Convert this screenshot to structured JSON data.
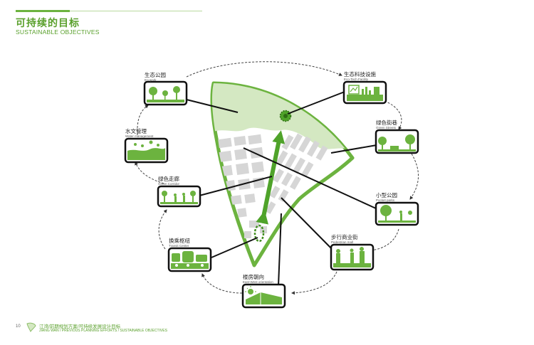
{
  "header": {
    "title_zh": "可持续的目标",
    "title_en": "SUSTAINABLE OBJECTIVES"
  },
  "objectives": [
    {
      "zh": "生态公园",
      "en": "Ecopark",
      "icon": "park-icon"
    },
    {
      "zh": "水文管理",
      "en": "Water management",
      "icon": "water-icon"
    },
    {
      "zh": "绿色走廊",
      "en": "Green Corridor",
      "icon": "corridor-icon"
    },
    {
      "zh": "换乘枢纽",
      "en": "Transit Center",
      "icon": "transit-icon"
    },
    {
      "zh": "楼房朝向",
      "en": "East-West orientation",
      "icon": "sun-house-icon"
    },
    {
      "zh": "步行商业街",
      "en": "Pedestrian mall",
      "icon": "pedestrian-icon"
    },
    {
      "zh": "小型公园",
      "en": "Pocket parks",
      "icon": "pocket-park-icon"
    },
    {
      "zh": "绿色街巷",
      "en": "Green Streets",
      "icon": "tree-street-icon"
    },
    {
      "zh": "生态科技设施",
      "en": "Eco-Tech Facility",
      "icon": "eco-tech-icon"
    }
  ],
  "colors": {
    "accent": "#6cb33f",
    "light_green": "#d4e8c2",
    "dark_green": "#3f7d1f",
    "block_gray": "#d6d6d6"
  },
  "footer": {
    "page": "10",
    "zh": "江湾/前期规划方案/可持续发展设计目标",
    "en": "JIANG WAN / PREVIOUS PLANNING EFFORTS / SUSTAINABLE OBJECTIVES"
  }
}
